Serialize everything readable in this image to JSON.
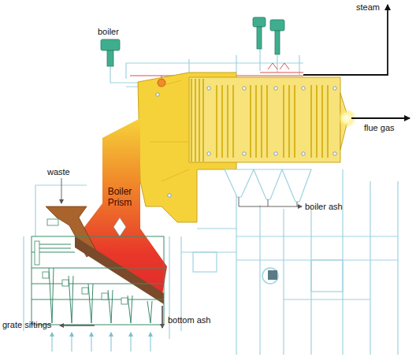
{
  "diagram": {
    "labels": [
      "steam",
      "boiler",
      "flue gas",
      "waste",
      "Boiler Prism",
      "boiler ash",
      "grate siftings",
      "bottom ash"
    ]
  }
}
